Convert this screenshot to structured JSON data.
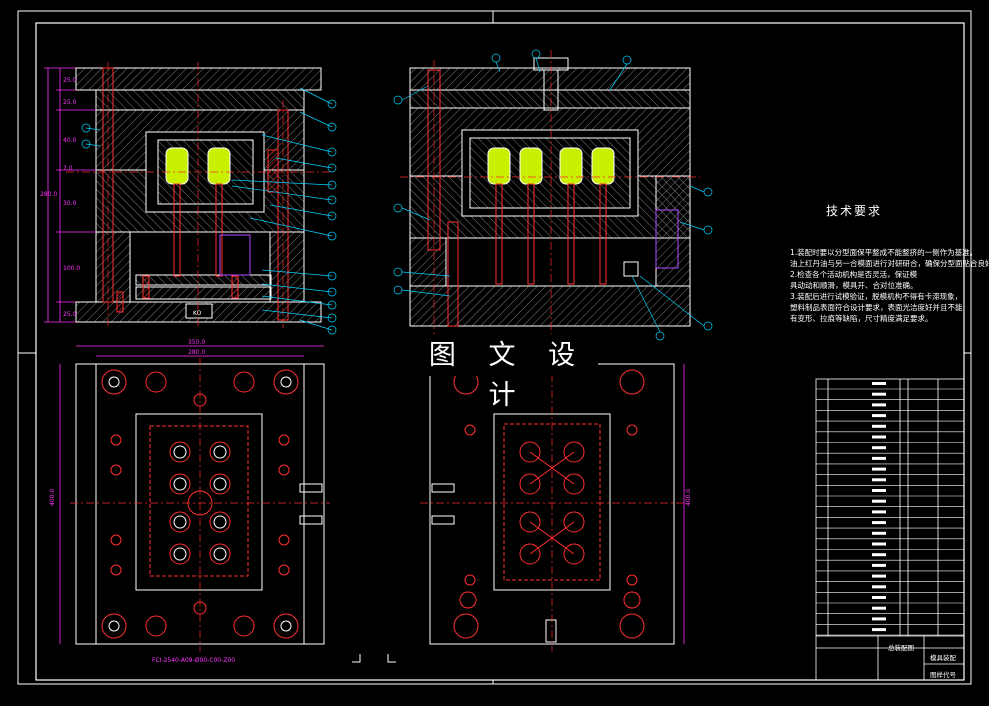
{
  "watermark": "图 文 设 计",
  "tech": {
    "title": "技术要求",
    "lines": [
      "1.装配时要以分型面保平整成不能整挤的一侧作为基准。",
      "油上红丹油与另一合模面进行对研研合，确保分型面贴合良好。",
      "2.检查各个活动机构是否灵活，保证模",
      "具动动和顺滑，模具开、合对位准确。",
      "3.装配后进行试模验证，脱模机构不得有卡滞现象，",
      "塑料制品表面符合设计要求，表面光洁度好并且不能",
      "有变形、拉痕等缺陷，尺寸精度满足要求。"
    ]
  },
  "dims": {
    "top_view_width": "350.0",
    "top_view_inner": "280.0",
    "top_view_height": "400.0",
    "right_view_height": "400.0",
    "left_stack": [
      "25.0",
      "25.0",
      "40.0",
      "7.0",
      "30.0",
      "100.0",
      "25.0"
    ],
    "total_height": "280.0"
  },
  "part_code": "FCI-2540-A09-Ø90-C00-Z00",
  "title_block": {
    "assembly": "总装配图",
    "name": "模具装配",
    "drawing_no": "图样代号"
  },
  "colors": {
    "outline": "#ffffff",
    "hatch": "#aaaaaa",
    "leader": "#00e0ff",
    "centerline": "#ff2a2a",
    "part": "#ccff00",
    "dim": "#ff33ff",
    "frame": "#ffffff"
  }
}
